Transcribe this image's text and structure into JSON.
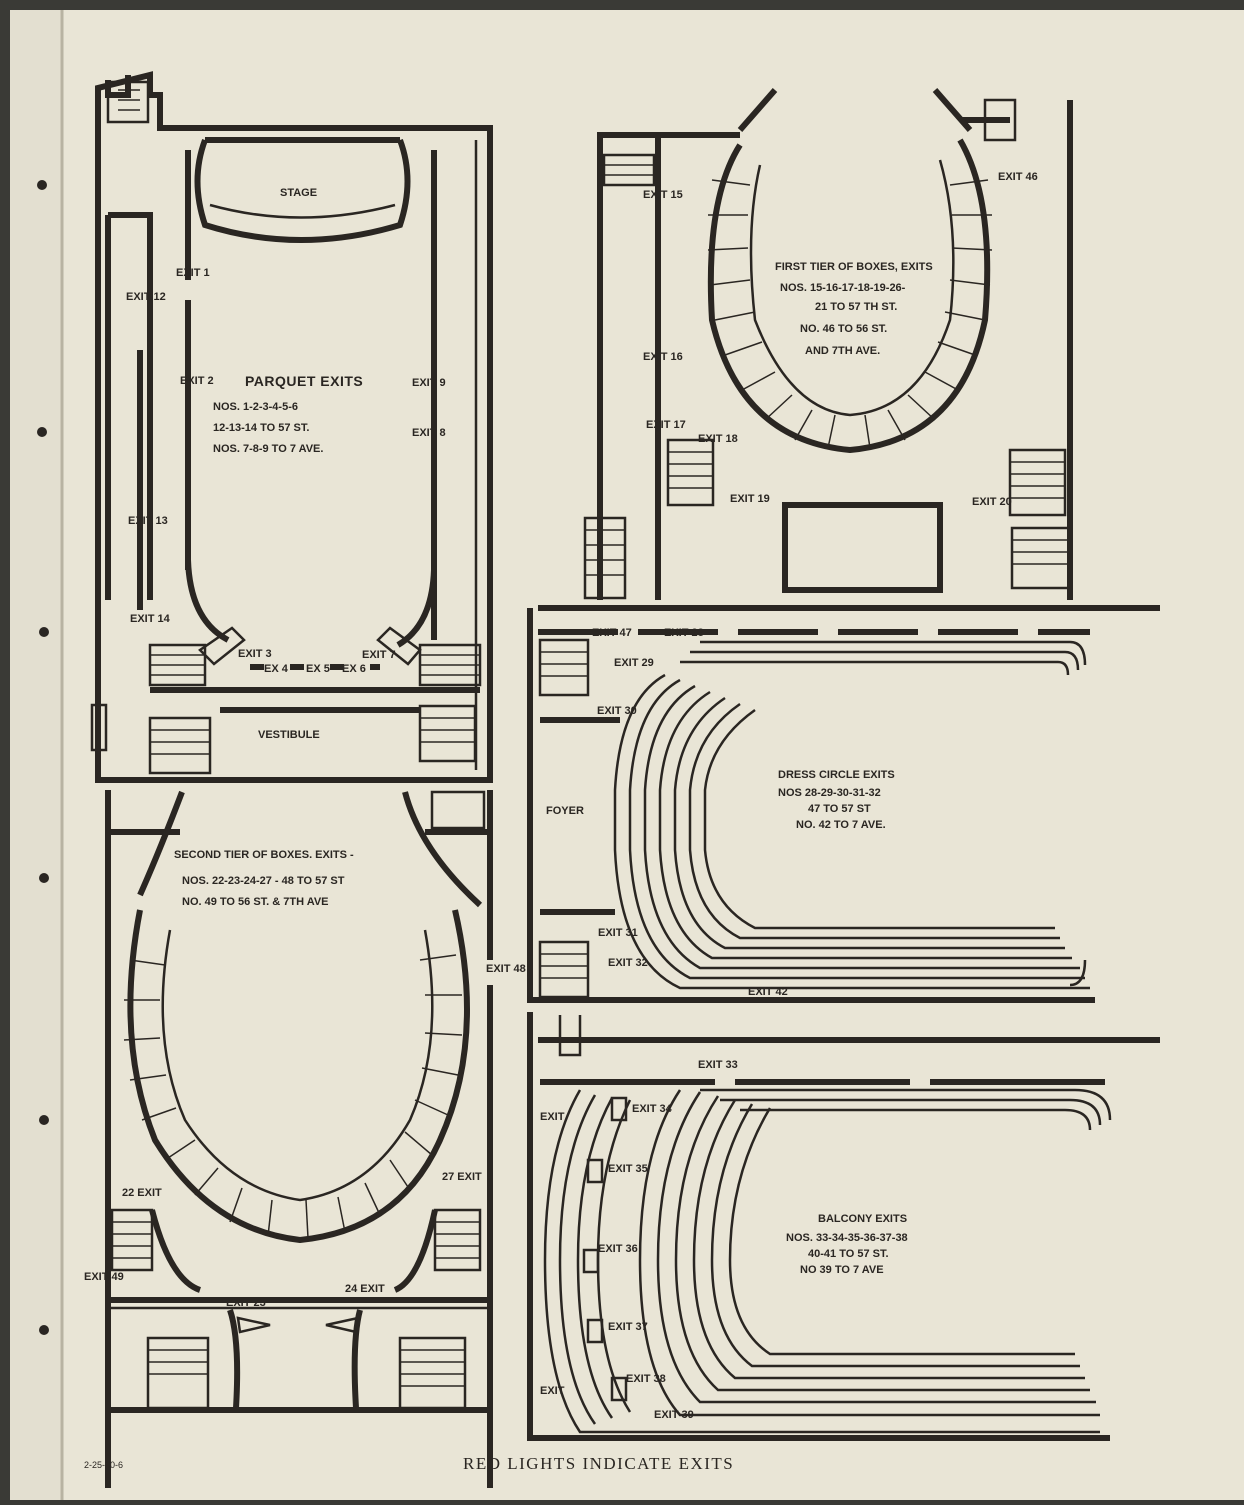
{
  "parquet": {
    "stage": "STAGE",
    "title": "PARQUET EXITS",
    "lines": [
      "NOS. 1-2-3-4-5-6",
      "12-13-14 TO 57 ST.",
      "NOS. 7-8-9 TO 7 AVE."
    ],
    "vestibule": "VESTIBULE",
    "exits": {
      "e1": "EXIT 1",
      "e2": "EXIT 2",
      "e3": "EXIT 3",
      "e4": "EX 4",
      "e5": "EX 5",
      "e6": "EX 6",
      "e7": "EXIT 7",
      "e8": "EXIT 8",
      "e9": "EXIT 9",
      "e12": "EXIT 12",
      "e13": "EXIT 13",
      "e14": "EXIT 14"
    }
  },
  "first_tier": {
    "title": "FIRST TIER OF BOXES, EXITS",
    "lines": [
      "NOS. 15-16-17-18-19-26-",
      "21 TO 57 TH ST.",
      "NO. 46 TO 56 ST.",
      "AND 7TH AVE."
    ],
    "exits": {
      "e15": "EXIT 15",
      "e16": "EXIT 16",
      "e17": "EXIT 17",
      "e18": "EXIT 18",
      "e19": "EXIT 19",
      "e20": "EXIT 20",
      "e46": "EXIT 46"
    }
  },
  "second_tier": {
    "title": "SECOND TIER OF BOXES. EXITS -",
    "lines": [
      "NOS. 22-23-24-27 - 48 TO 57 ST",
      "NO. 49 TO 56 ST. & 7TH AVE"
    ],
    "exits": {
      "e22": "22 EXIT",
      "e23": "EXIT 23",
      "e24": "24 EXIT",
      "e27": "27 EXIT",
      "e48": "EXIT 48",
      "e49": "EXIT 49"
    }
  },
  "dress_circle": {
    "title": "DRESS CIRCLE EXITS",
    "lines": [
      "NOS 28-29-30-31-32",
      "47 TO 57 ST",
      "NO. 42 TO 7 AVE."
    ],
    "foyer": "FOYER",
    "exits": {
      "e28": "EXIT 28",
      "e29": "EXIT 29",
      "e30": "EXIT 30",
      "e31": "EXIT 31",
      "e32": "EXIT 32",
      "e42": "EXIT 42",
      "e47": "EXIT 47"
    }
  },
  "balcony": {
    "title": "BALCONY EXITS",
    "lines": [
      "NOS. 33-34-35-36-37-38",
      "40-41 TO 57 ST.",
      "NO 39 TO 7 AVE"
    ],
    "exits": {
      "e33": "EXIT 33",
      "e34": "EXIT 34",
      "e35": "EXIT 35",
      "e36": "EXIT 36",
      "e37": "EXIT 37",
      "e38": "EXIT 38",
      "e39": "EXIT 39",
      "ea": "EXIT",
      "eb": "EXIT"
    }
  },
  "footer": "RED LIGHTS INDICATE EXITS",
  "pencil_note": "2-25-10-6",
  "colors": {
    "paper": "#e9e5d6",
    "ink": "#2a2622",
    "binding": "#3a3a36"
  }
}
